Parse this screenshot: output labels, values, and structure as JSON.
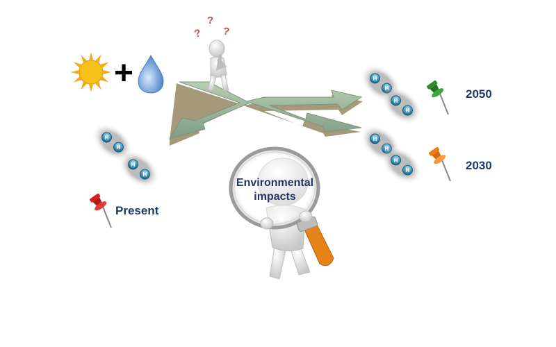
{
  "labels": {
    "present": "Present",
    "year_2050": "2050",
    "year_2030": "2030",
    "environmental_line1": "Environmental",
    "environmental_line2": "impacts"
  },
  "symbols": {
    "plus": "+",
    "question_mark": "?",
    "hydrogen_atom": "H"
  },
  "colors": {
    "label_text": "#1f3864",
    "sun": "#f7c21b",
    "water_drop": "#6fa0d8",
    "pin_present": "#d42020",
    "pin_2050": "#2e8b2e",
    "pin_2030": "#f07c10",
    "question_marks": "#c0504d",
    "arrows": "#9fb89a",
    "magnifier_handle": "#e8831a"
  }
}
